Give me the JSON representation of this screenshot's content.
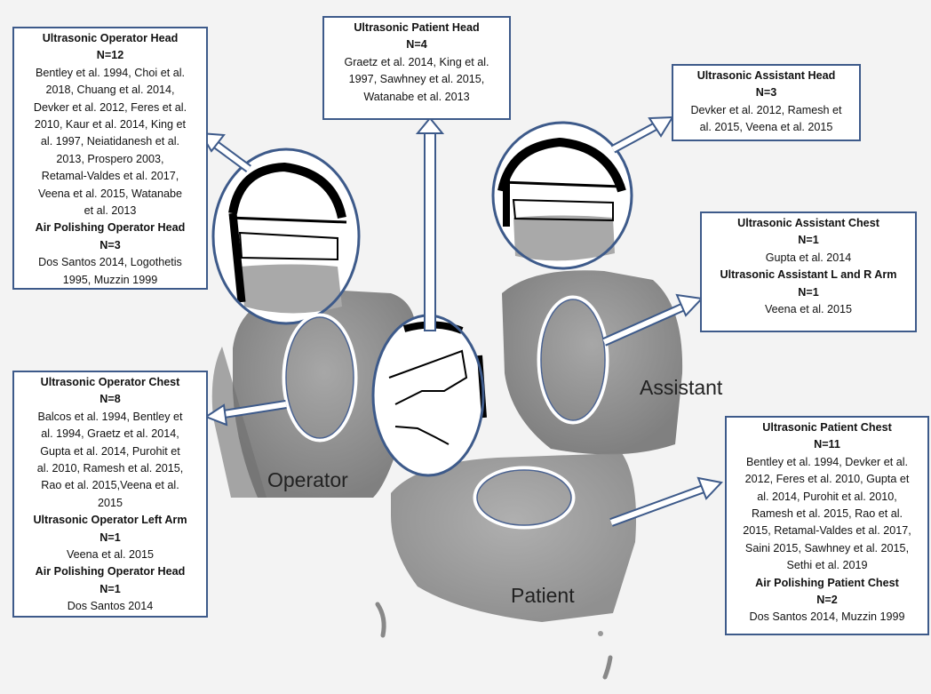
{
  "figure": {
    "role_labels": {
      "operator": "Operator",
      "assistant": "Assistant",
      "patient": "Patient"
    },
    "boxes": {
      "operator_head": [
        {
          "title": "Ultrasonic Operator Head",
          "n": "N=12",
          "refs": [
            "Bentley et al. 1994, Choi et al.",
            "2018, Chuang et al. 2014,",
            "Devker et al. 2012, Feres et al.",
            "2010, Kaur et al. 2014, King et",
            "al. 1997, Neiatidanesh et al.",
            "2013, Prospero 2003,",
            "Retamal-Valdes et al. 2017,",
            "Veena et al. 2015, Watanabe",
            "et al. 2013"
          ]
        },
        {
          "title": "Air Polishing Operator Head",
          "n": "N=3",
          "refs": [
            "Dos Santos 2014, Logothetis",
            "1995, Muzzin 1999"
          ]
        }
      ],
      "patient_head": [
        {
          "title": "Ultrasonic Patient Head",
          "n": "N=4",
          "refs": [
            "Graetz et al. 2014, King et al.",
            "1997, Sawhney et al. 2015,",
            "Watanabe et al. 2013"
          ]
        }
      ],
      "assistant_head": [
        {
          "title": "Ultrasonic Assistant Head",
          "n": "N=3",
          "refs": [
            "Devker et al. 2012, Ramesh et",
            "al. 2015, Veena et al. 2015"
          ]
        }
      ],
      "assistant_chest": [
        {
          "title": "Ultrasonic Assistant Chest",
          "n": "N=1",
          "refs": [
            "Gupta et al. 2014"
          ]
        },
        {
          "title": "Ultrasonic Assistant L and R Arm",
          "n": "N=1",
          "refs": [
            "Veena et al. 2015"
          ]
        }
      ],
      "operator_chest": [
        {
          "title": "Ultrasonic Operator Chest",
          "n": "N=8",
          "refs": [
            "Balcos et al. 1994, Bentley et",
            "al. 1994, Graetz et al. 2014,",
            "Gupta et al. 2014, Purohit et",
            "al. 2010, Ramesh et al. 2015,",
            "Rao et al. 2015,Veena et al.",
            "2015"
          ]
        },
        {
          "title": "Ultrasonic Operator Left Arm",
          "n": "N=1",
          "refs": [
            "Veena et al. 2015"
          ]
        },
        {
          "title": "Air Polishing Operator Head",
          "n": "N=1",
          "refs": [
            "Dos Santos 2014"
          ]
        }
      ],
      "patient_chest": [
        {
          "title": "Ultrasonic Patient Chest",
          "n": "N=11",
          "refs": [
            "Bentley et al. 1994, Devker et al.",
            "2012, Feres et al. 2010, Gupta et",
            "al. 2014, Purohit et al. 2010,",
            "Ramesh et al. 2015, Rao et al.",
            "2015, Retamal-Valdes et al. 2017,",
            "Saini 2015, Sawhney et al. 2015,",
            "Sethi et al. 2019"
          ]
        },
        {
          "title": "Air Polishing Patient Chest",
          "n": "N=2",
          "refs": [
            "Dos Santos 2014, Muzzin 1999"
          ]
        }
      ]
    }
  }
}
